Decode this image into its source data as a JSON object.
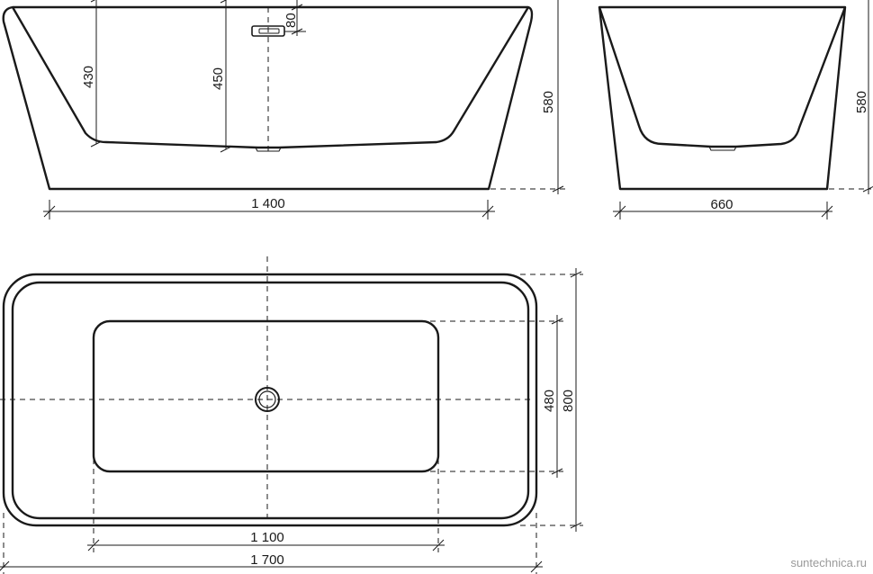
{
  "dimensions": {
    "side_height_1": "430",
    "side_height_2": "450",
    "overflow_offset": "80",
    "side_total_height": "580",
    "side_length": "1 400",
    "end_total_height": "580",
    "end_width": "660",
    "inner_width": "480",
    "outer_width": "800",
    "inner_length": "1 100",
    "outer_length": "1 700"
  },
  "watermark": "suntechnica.ru"
}
